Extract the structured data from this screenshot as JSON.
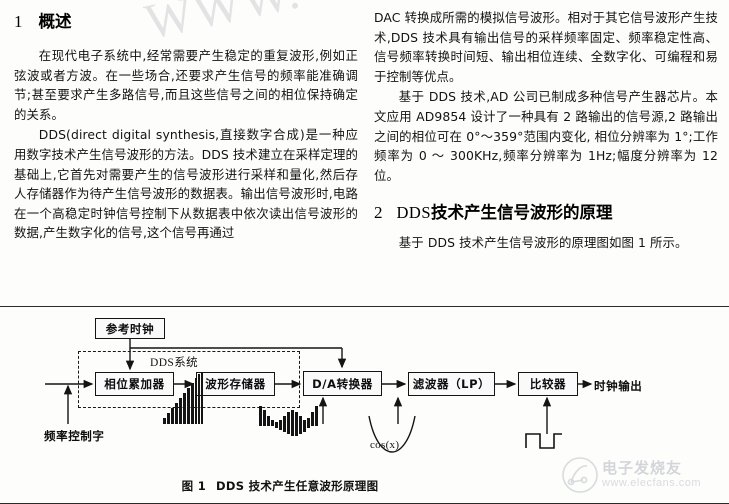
{
  "document": {
    "watermark_top": "WWW.",
    "watermark_brand_cn": "电子发烧友",
    "watermark_brand_url": "www.elecfans.com"
  },
  "left_column": {
    "section": {
      "number": "1",
      "title": "概述"
    },
    "paragraphs": [
      "在现代电子系统中,经常需要产生稳定的重复波形,例如正弦波或者方波。在一些场合,还要求产生信号的频率能准确调节;甚至要求产生多路信号,而且这些信号之间的相位保持确定的关系。",
      "DDS(direct digital synthesis,直接数字合成)是一种应用数字技术产生信号波形的方法。DDS 技术建立在采样定理的基础上,它首先对需要产生的信号波形进行采样和量化,然后存人存储器作为待产生信号波形的数据表。输出信号波形时,电路在一个高稳定时钟信号控制下从数据表中依次读出信号波形的数据,产生数字化的信号,这个信号再通过"
    ]
  },
  "right_column": {
    "paragraphs": [
      "DAC 转换成所需的模拟信号波形。相对于其它信号波形产生技术,DDS 技术具有输出信号的采样频率固定、频率稳定性高、信号频率转换时间短、输出相位连续、全数字化、可编程和易于控制等优点。",
      "基于 DDS 技术,AD 公司已制成多种信号产生器芯片。本文应用 AD9854 设计了一种具有 2 路输出的信号源,2 路输出之间的相位可在 0°～359°范围内变化, 相位分辨率为 1°;工作频率为 0 ～ 300KHz,频率分辨率为 1Hz;幅度分辨率为 12 位。"
    ],
    "section": {
      "number": "2",
      "title_latin": "DDS",
      "title_cn": "技术产生信号波形的原理"
    },
    "paragraph_after_section": "基于 DDS 技术产生信号波形的原理图如图 1 所示。"
  },
  "figure": {
    "caption_label": "图 1",
    "caption_text": "DDS 技术产生任意波形原理图",
    "blocks": [
      {
        "id": "ref-clock",
        "label": "参考时钟"
      },
      {
        "id": "phase-accumulator",
        "label": "相位累加器"
      },
      {
        "id": "waveform-memory",
        "label": "波形存储器"
      },
      {
        "id": "da-converter",
        "label": "D/A转换器"
      },
      {
        "id": "filter",
        "label": "滤波器（LP）"
      },
      {
        "id": "comparator",
        "label": "比较器"
      }
    ],
    "dashed_group_label_latin": "DDS",
    "dashed_group_label_cn": "系统",
    "input_label": "频率控制字",
    "output_label": "时钟输出",
    "cos_label": "cos(x)"
  }
}
